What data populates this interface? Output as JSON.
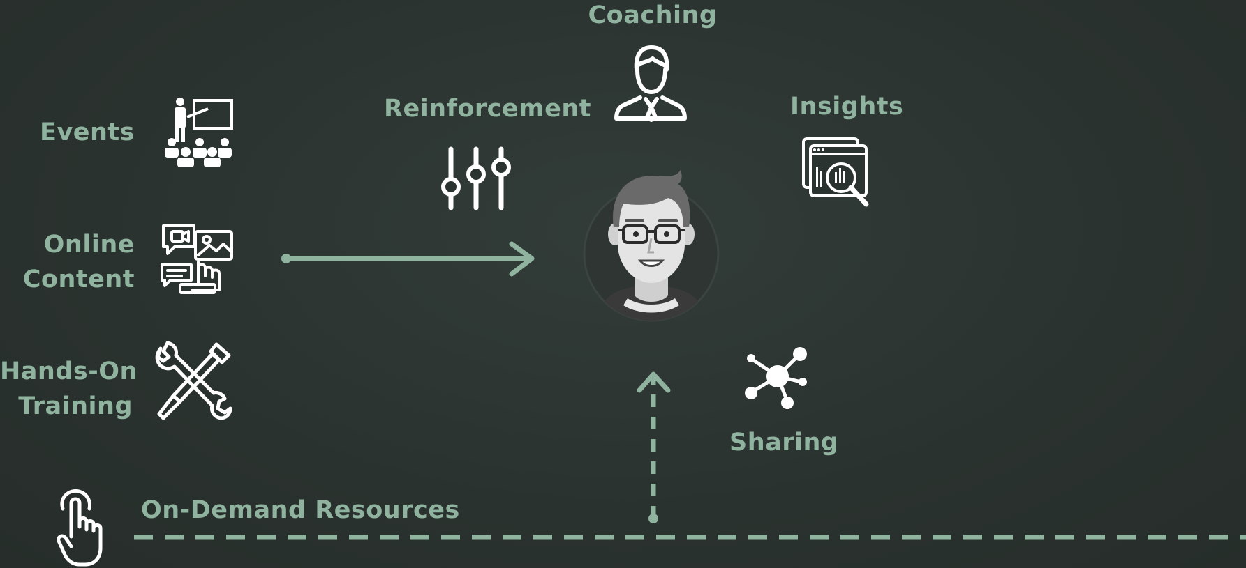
{
  "labels": {
    "coaching": "Coaching",
    "reinforcement": "Reinforcement",
    "insights": "Insights",
    "events": "Events",
    "online_1": "Online",
    "online_2": "Content",
    "hands_on_1": "Hands-On",
    "hands_on_2": "Training",
    "sharing": "Sharing",
    "on_demand": "On-Demand Resources"
  },
  "colors": {
    "background": "#2b3330",
    "accent": "#8fb39f",
    "icon": "#ffffff"
  },
  "icons": {
    "coaching": "businessman-icon",
    "reinforcement": "sliders-icon",
    "insights": "analytics-magnifier-icon",
    "events": "presentation-audience-icon",
    "online_content": "media-chat-icon",
    "hands_on_training": "tools-icon",
    "sharing": "network-hub-icon",
    "on_demand": "tap-finger-icon",
    "learner": "person-avatar-icon"
  }
}
